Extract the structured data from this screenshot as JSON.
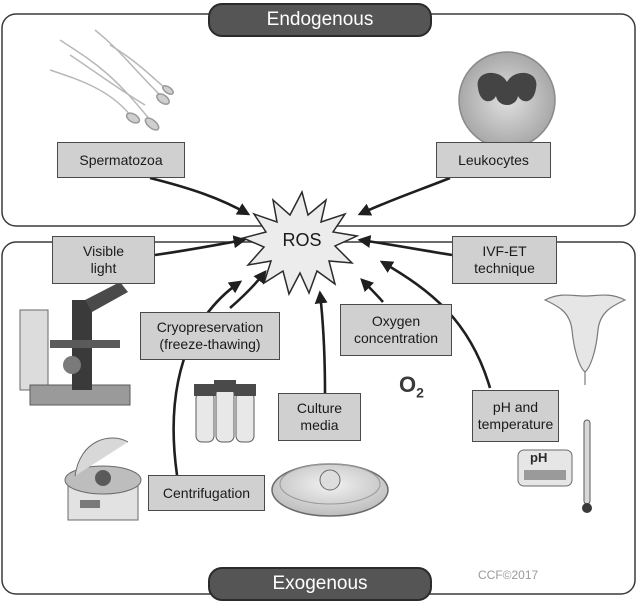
{
  "sections": {
    "endogenous": "Endogenous",
    "exogenous": "Exogenous"
  },
  "center": "ROS",
  "sources": {
    "spermatozoa": "Spermatozoa",
    "leukocytes": "Leukocytes",
    "visible_light": [
      "Visible",
      "light"
    ],
    "ivf_et": [
      "IVF-ET",
      "technique"
    ],
    "cryopreservation": [
      "Cryopreservation",
      "(freeze-thawing)"
    ],
    "oxygen": [
      "Oxygen",
      "concentration"
    ],
    "culture_media": [
      "Culture",
      "media"
    ],
    "ph_temperature": [
      "pH and",
      "temperature"
    ],
    "centrifugation": "Centrifugation"
  },
  "oxygen_symbol": {
    "base": "O",
    "sub": "2"
  },
  "ph_meter_label": "pH",
  "credit": "CCF©2017",
  "colors": {
    "banner": "#555555",
    "box_fill": "#d0d0d0",
    "arrow": "#1f1f1f",
    "panel_border": "#3a3a3a"
  }
}
